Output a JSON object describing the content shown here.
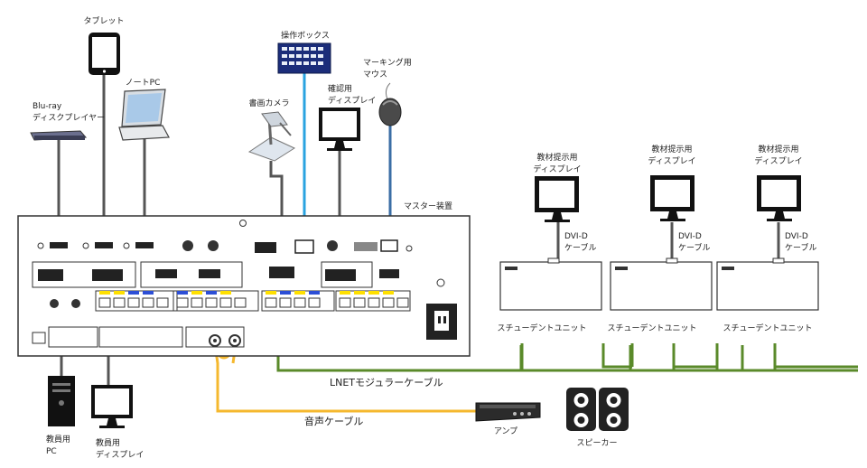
{
  "devices": {
    "tablet": "タブレット",
    "notebook_pc": "ノートPC",
    "bluray_line1": "Blu-ray",
    "bluray_line2": "ディスクプレイヤー",
    "control_box": "操作ボックス",
    "doc_camera": "書画カメラ",
    "confirm_display_line1": "確認用",
    "confirm_display_line2": "ディスプレイ",
    "marking_mouse_line1": "マーキング用",
    "marking_mouse_line2": "マウス",
    "master_unit": "マスター装置",
    "teacher_pc_line1": "教員用",
    "teacher_pc_line2": "PC",
    "teacher_display_line1": "教員用",
    "teacher_display_line2": "ディスプレイ",
    "amp": "アンプ",
    "speaker": "スピーカー"
  },
  "students": [
    {
      "display_line1": "教材提示用",
      "display_line2": "ディスプレイ",
      "cable_line1": "DVI-D",
      "cable_line2": "ケーブル",
      "unit": "スチューデントユニット"
    },
    {
      "display_line1": "教材提示用",
      "display_line2": "ディスプレイ",
      "cable_line1": "DVI-D",
      "cable_line2": "ケーブル",
      "unit": "スチューデントユニット"
    },
    {
      "display_line1": "教材提示用",
      "display_line2": "ディスプレイ",
      "cable_line1": "DVI-D",
      "cable_line2": "ケーブル",
      "unit": "スチューデントユニット"
    }
  ],
  "cables": {
    "lnet": "LNETモジュラーケーブル",
    "audio": "音声ケーブル"
  },
  "colors": {
    "lnet_cable": "#5a8a2a",
    "audio_cable": "#f5b82e",
    "control_cable": "#29a3e0",
    "mouse_cable": "#3b6ea5",
    "device_cable": "#555555",
    "port_yellow": "#ffe000",
    "port_blue": "#2d4fd6"
  }
}
